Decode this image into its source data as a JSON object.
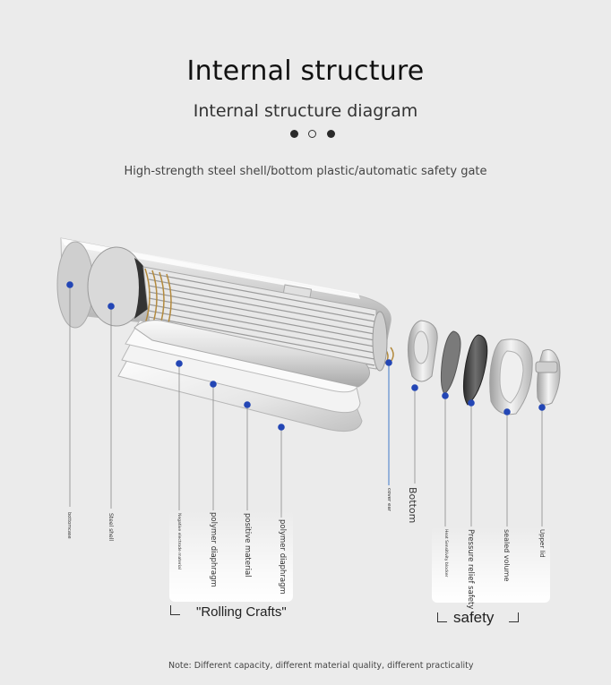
{
  "header": {
    "title": "Internal structure",
    "subtitle": "Internal structure diagram",
    "tagline": "High-strength steel shell/bottom plastic/automatic safety gate"
  },
  "carousel": {
    "dots": [
      "filled",
      "outline",
      "filled"
    ]
  },
  "labels": {
    "bottomcase": "bottomcase",
    "steel_shell": "Steel shell",
    "negative_electrode": "Negative electrode material",
    "polymer_diaphragm_1": "polymer diaphragm",
    "positive_material": "positive material",
    "polymer_diaphragm_2": "polymer diaphragm",
    "cover_ear": "cover ear",
    "bottom": "Bottom",
    "heat_sensitive_blocker": "Heat Sensitivity blocker",
    "pressure_relief_safety": "Pressure relief safety",
    "sealed_volume": "sealed volume",
    "upper_lid": "Upper lid"
  },
  "groups": {
    "rolling_crafts": "\"Rolling Crafts\"",
    "safety": "safety"
  },
  "footer": {
    "note": "Note: Different capacity, different material quality, different practicality"
  },
  "colors": {
    "marker": "#2346b5",
    "accent_line": "#2d6cc6",
    "background": "#ebebeb"
  }
}
